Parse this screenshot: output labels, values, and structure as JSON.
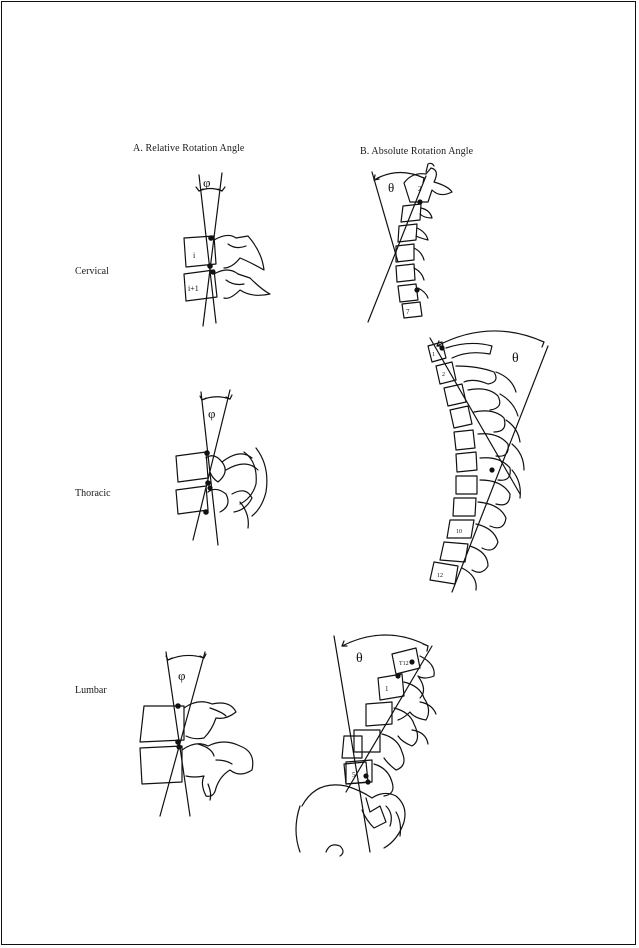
{
  "columns": {
    "a": "A.  Relative Rotation Angle",
    "b": "B.  Absolute Rotation Angle"
  },
  "rows": {
    "cervical": "Cervical",
    "thoracic": "Thoracic",
    "lumbar": "Lumbar"
  },
  "symbols": {
    "phi": "φ",
    "theta": "θ"
  },
  "vertebra_labels": {
    "cervical_relative": [
      "i",
      "i+1"
    ],
    "cervical_absolute": [
      "2",
      "7"
    ],
    "thoracic_absolute": [
      "1",
      "2",
      "10",
      "12"
    ],
    "lumbar_absolute": [
      "T12",
      "1",
      "5"
    ]
  }
}
